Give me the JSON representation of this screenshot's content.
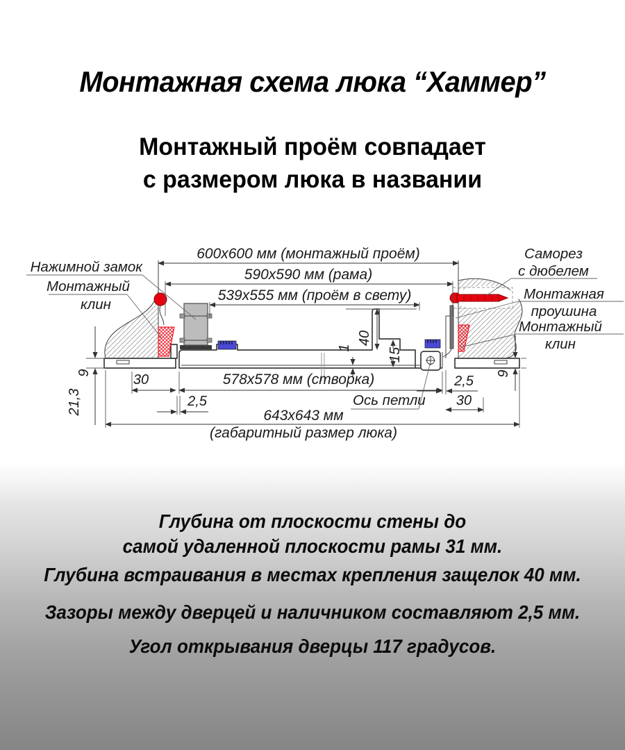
{
  "title": "Монтажная схема люка “Хаммер”",
  "subtitle": {
    "line1": "Монтажный проём совпадает",
    "line2": "с размером люка в названии"
  },
  "diagram": {
    "dims": {
      "mounting_opening": "600x600 мм (монтажный проём)",
      "frame": "590x590 мм (рама)",
      "clear_opening": "539x555 мм (проём в свету)",
      "leaf": "578x578 мм (створка)",
      "overall": "643x643 мм",
      "overall_caption": "(габаритный размер люка)",
      "hinge_axis": "Ось петли",
      "d30_left": "30",
      "d25_left": "2,5",
      "d25_right": "2,5",
      "d30_right": "30",
      "d9_left": "9",
      "d9_right": "9",
      "d21_3": "21,3",
      "d40": "40",
      "d15": "15",
      "d1": "1"
    },
    "labels": {
      "push_lock": "Нажимной замок",
      "wedge_left_1": "Монтажный",
      "wedge_left_2": "клин",
      "screw_1": "Саморез",
      "screw_2": "с дюбелем",
      "lug_1": "Монтажная",
      "lug_2": "проушина",
      "wedge_right_1": "Монтажный",
      "wedge_right_2": "клин"
    },
    "colors": {
      "accent_red": "#e8000f",
      "seal_blue": "#4b48d8",
      "lock_gray": "#bcbcbc"
    }
  },
  "notes": {
    "n1a": "Глубина от плоскости стены до",
    "n1b": "самой удаленной плоскости рамы 31 мм.",
    "n2": "Глубина встраивания в местах крепления защелок 40 мм.",
    "n3": "Зазоры между дверцей и наличником составляют 2,5 мм.",
    "n4": "Угол открывания дверцы 117 градусов."
  }
}
